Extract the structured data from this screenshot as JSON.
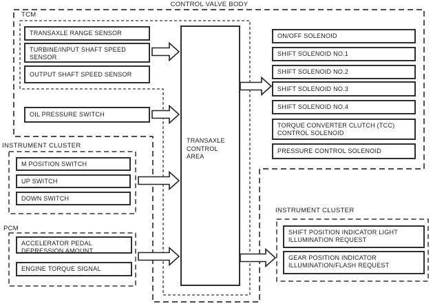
{
  "title": "CONTROL VALVE BODY",
  "tcm": {
    "label": "TCM",
    "sensors": [
      "TRANSAXLE RANGE SENSOR",
      "TURBINE/INPUT SHAFT SPEED SENSOR",
      "OUTPUT SHAFT SPEED SENSOR"
    ]
  },
  "oil_pressure_switch": "OIL PRESSURE SWITCH",
  "instrument_cluster_inputs": {
    "label": "INSTRUMENT CLUSTER",
    "switches": [
      "M POSITION SWITCH",
      "UP SWITCH",
      "DOWN SWITCH"
    ]
  },
  "pcm": {
    "label": "PCM",
    "signals": [
      "ACCELERATOR PEDAL DEPRESSION AMOUNT",
      "ENGINE TORQUE SIGNAL"
    ]
  },
  "transaxle_control_area": "TRANSAXLE CONTROL AREA",
  "solenoids": [
    "ON/OFF SOLENOID",
    "SHIFT SOLENOID NO.1",
    "SHIFT SOLENOID NO.2",
    "SHIFT SOLENOID NO.3",
    "SHIFT SOLENOID NO.4",
    "TORQUE CONVERTER CLUTCH (TCC) CONTROL SOLENOID",
    "PRESSURE CONTROL SOLENOID"
  ],
  "instrument_cluster_outputs": {
    "label": "INSTRUMENT CLUSTER",
    "requests": [
      "SHIFT POSITION INDICATOR LIGHT ILLUMINATION REQUEST",
      "GEAR POSITION INDICATOR ILLUMINATION/FLASH REQUEST"
    ]
  },
  "colors": {
    "line": "#333333",
    "background": "#ffffff"
  }
}
